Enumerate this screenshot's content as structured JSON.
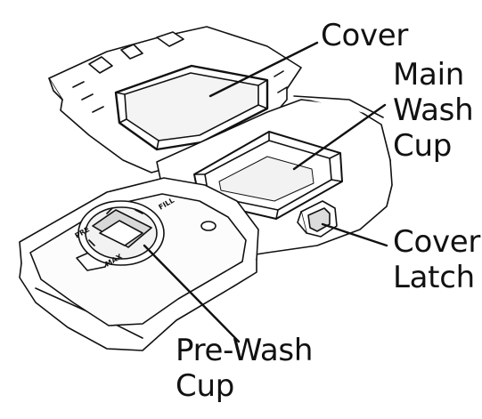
{
  "labels": {
    "cover": "Cover",
    "main_wash": [
      "Main",
      "Wash",
      "Cup"
    ],
    "cover_latch": [
      "Cover",
      "Latch"
    ],
    "pre_wash": [
      "Pre-Wash",
      "Cup"
    ]
  },
  "dial": {
    "marks": [
      "PRE",
      "FILL",
      "MAX"
    ]
  },
  "colors": {
    "line": "#111111",
    "fill": "#ffffff",
    "shade": "#e6e6e6"
  }
}
